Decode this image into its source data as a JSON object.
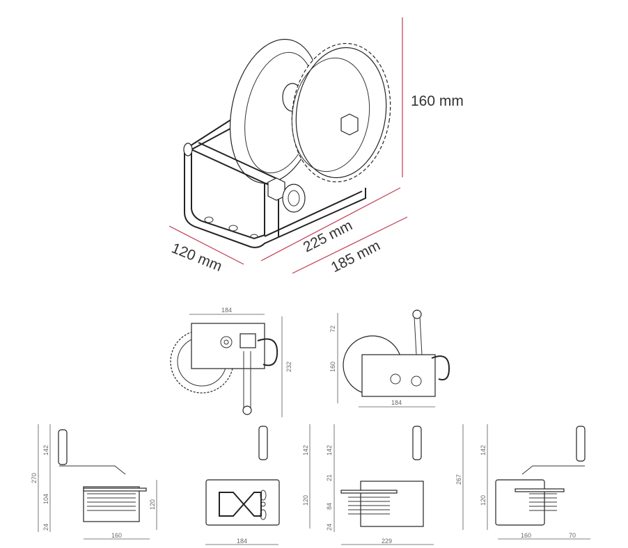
{
  "iso_view": {
    "height": "160 mm",
    "width": "120 mm",
    "length_top": "225 mm",
    "length_bottom": "185 mm"
  },
  "top_view": {
    "width": "184",
    "height": "232"
  },
  "side_view": {
    "handle": "72",
    "height": "160",
    "width": "184"
  },
  "view_1": {
    "total": "270",
    "handle": "142",
    "mid": "104",
    "base": "24",
    "body": "120",
    "width": "160"
  },
  "view_2": {
    "body": "120",
    "width": "184"
  },
  "view_3": {
    "handle": "142",
    "gap": "21",
    "mid": "84",
    "base": "24",
    "total": "267",
    "width": "229"
  },
  "view_4": {
    "handle": "142",
    "body": "120",
    "width": "160",
    "offset": "70"
  }
}
